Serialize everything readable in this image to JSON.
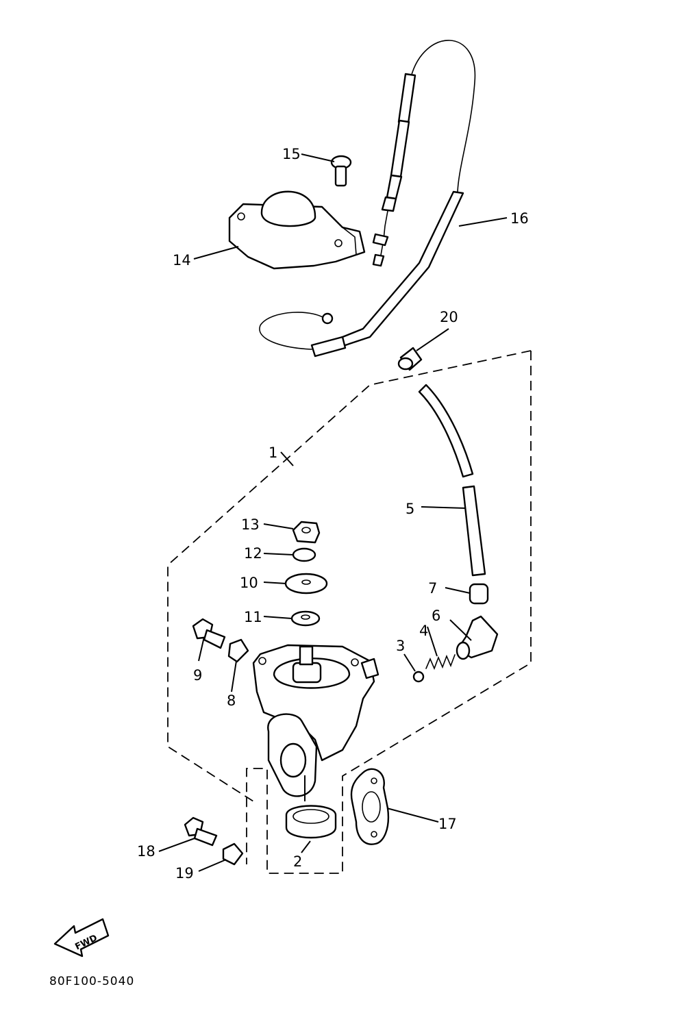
{
  "diagram": {
    "part_code": "80F100-5040",
    "fwd_label": "FWD",
    "callouts": {
      "c1": "1",
      "c2": "2",
      "c3": "3",
      "c4": "4",
      "c5": "5",
      "c6": "6",
      "c7": "7",
      "c8": "8",
      "c9": "9",
      "c10": "10",
      "c11": "11",
      "c12": "12",
      "c13": "13",
      "c14": "14",
      "c15": "15",
      "c16": "16",
      "c17": "17",
      "c18": "18",
      "c19": "19",
      "c20": "20"
    }
  }
}
